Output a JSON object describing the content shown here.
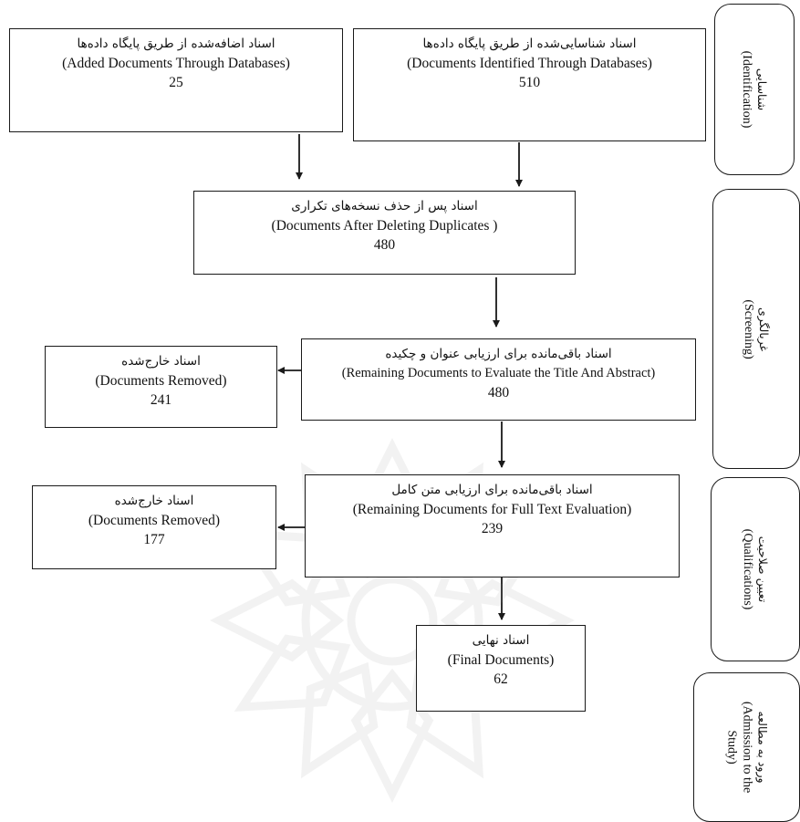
{
  "boxes": {
    "added": {
      "fa": "اسناد اضافه‌شده از طریق پایگاه داده‌ها",
      "en": "(Added Documents Through Databases)",
      "count": "25"
    },
    "identified": {
      "fa": "اسناد شناسایی‌شده از طریق پایگاه داده‌ها",
      "en": "(Documents Identified Through Databases)",
      "count": "510"
    },
    "after_duplicates": {
      "fa": "اسناد پس از حذف نسخه‌های تکراری",
      "en": "(Documents After Deleting Duplicates )",
      "count": "480"
    },
    "title_abstract": {
      "fa": "اسناد باقی‌مانده برای ارزیابی عنوان و چکیده",
      "en": "(Remaining Documents to Evaluate the Title And Abstract)",
      "count": "480"
    },
    "removed_1": {
      "fa": "اسناد خارج‌شده",
      "en": "(Documents Removed)",
      "count": "241"
    },
    "full_text": {
      "fa": "اسناد باقی‌مانده برای ارزیابی متن کامل",
      "en": "(Remaining Documents for Full Text Evaluation)",
      "count": "239"
    },
    "removed_2": {
      "fa": "اسناد خارج‌شده",
      "en": "(Documents Removed)",
      "count": "177"
    },
    "final": {
      "fa": "اسناد نهایی",
      "en": "(Final Documents)",
      "count": "62"
    }
  },
  "stages": {
    "identification": {
      "fa": "شناسایی",
      "en": "(Identification)"
    },
    "screening": {
      "fa": "غربالگری",
      "en": "(Screening)"
    },
    "qualifications": {
      "fa": "تعیین صلاحیت",
      "en": "(Qualifications)"
    },
    "admission": {
      "fa": "ورود به مطالعه",
      "en_line1": "(Admission to the",
      "en_line2": "Study)"
    }
  },
  "colors": {
    "line": "#1a1a1a",
    "watermark": "#8a8a8a"
  }
}
